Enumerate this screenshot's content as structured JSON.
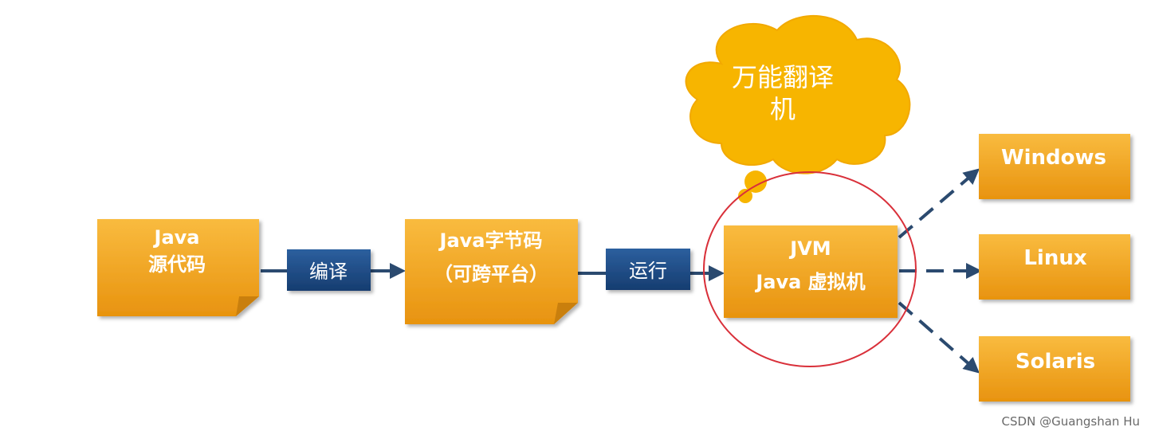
{
  "nodes": {
    "source": {
      "line1": "Java",
      "line2": "源代码"
    },
    "bytecode": {
      "line1": "Java字节码",
      "line2": "（可跨平台）"
    },
    "jvm": {
      "line1": "JVM",
      "line2": "Java 虚拟机"
    },
    "windows": {
      "label": "Windows"
    },
    "linux": {
      "label": "Linux"
    },
    "solaris": {
      "label": "Solaris"
    }
  },
  "edges": {
    "compile": {
      "label": "编译"
    },
    "run": {
      "label": "运行"
    }
  },
  "cloud": {
    "line1": "万能翻译",
    "line2": "机"
  },
  "colors": {
    "box_fill": "#f5a623",
    "box_stroke": "#c97f10",
    "label_fill": "#1f4e8a",
    "arrow": "#2b4a6f",
    "cloud": "#f7b500",
    "circle": "#d9303a"
  },
  "watermark": "CSDN @Guangshan Hu"
}
